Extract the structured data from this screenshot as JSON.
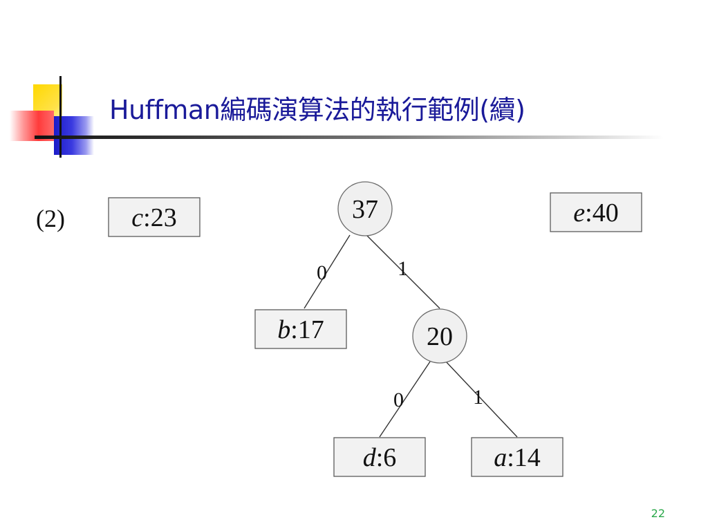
{
  "slide": {
    "title": "Huffman編碼演算法的執行範例(續)",
    "step_label": "(2)",
    "page_number": "22"
  },
  "tree": {
    "standalone": [
      {
        "id": "c",
        "char": "c",
        "sep": ":",
        "freq": "23"
      },
      {
        "id": "e",
        "char": "e",
        "sep": ":",
        "freq": "40"
      }
    ],
    "internal": [
      {
        "id": "n37",
        "value": "37"
      },
      {
        "id": "n20",
        "value": "20"
      }
    ],
    "leaves": [
      {
        "id": "b",
        "char": "b",
        "sep": ":",
        "freq": "17"
      },
      {
        "id": "d",
        "char": "d",
        "sep": ":",
        "freq": "6"
      },
      {
        "id": "a",
        "char": "a",
        "sep": ":",
        "freq": "14"
      }
    ],
    "edges": [
      {
        "from": "n37",
        "to": "b",
        "label": "0"
      },
      {
        "from": "n37",
        "to": "n20",
        "label": "1"
      },
      {
        "from": "n20",
        "to": "d",
        "label": "0"
      },
      {
        "from": "n20",
        "to": "a",
        "label": "1"
      }
    ]
  }
}
